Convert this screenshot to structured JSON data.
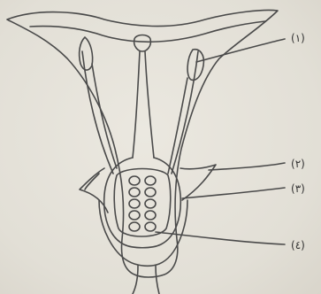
{
  "labels": {
    "l1": "(١)",
    "l2": "(٢)",
    "l3": "(٣)",
    "l4": "(٤)"
  },
  "colors": {
    "line": "#4a4a4a",
    "paper": "#e4e1d8"
  }
}
